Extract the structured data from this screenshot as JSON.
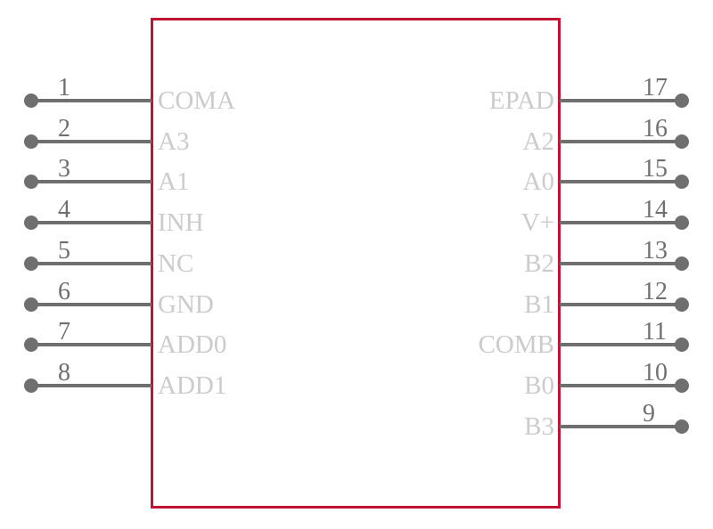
{
  "symbol": {
    "body": {
      "border_color": "#C41235",
      "fill_color": "#FFFFFF"
    },
    "pin_style": {
      "wire_color": "#6F6F6F",
      "number_color": "#6F6F6F",
      "label_color": "#CBCBCB"
    },
    "left_pins": [
      {
        "number": "1",
        "name": "COMA"
      },
      {
        "number": "2",
        "name": "A3"
      },
      {
        "number": "3",
        "name": "A1"
      },
      {
        "number": "4",
        "name": "INH"
      },
      {
        "number": "5",
        "name": "NC"
      },
      {
        "number": "6",
        "name": "GND"
      },
      {
        "number": "7",
        "name": "ADD0"
      },
      {
        "number": "8",
        "name": "ADD1"
      }
    ],
    "right_pins": [
      {
        "number": "17",
        "name": "EPAD"
      },
      {
        "number": "16",
        "name": "A2"
      },
      {
        "number": "15",
        "name": "A0"
      },
      {
        "number": "14",
        "name": "V+"
      },
      {
        "number": "13",
        "name": "B2"
      },
      {
        "number": "12",
        "name": "B1"
      },
      {
        "number": "11",
        "name": "COMB"
      },
      {
        "number": "10",
        "name": "B0"
      },
      {
        "number": "9",
        "name": "B3"
      }
    ]
  }
}
